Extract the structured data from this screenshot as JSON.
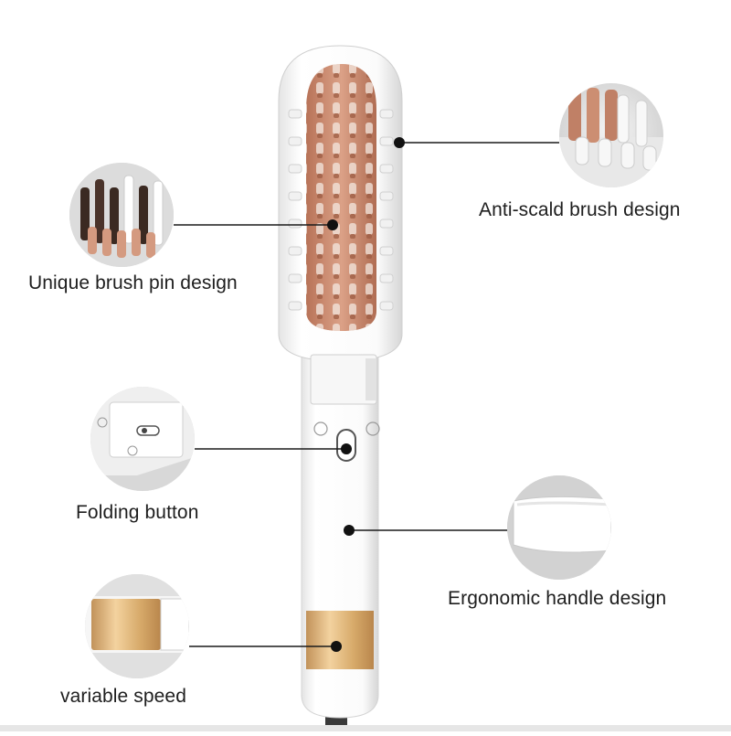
{
  "callouts": {
    "anti_scald": {
      "label": "Anti-scald brush design",
      "icon": "brush-pins-closeup"
    },
    "unique_pin": {
      "label": "Unique brush pin design",
      "icon": "brush-pins-closeup"
    },
    "folding": {
      "label": "Folding button",
      "icon": "switch-closeup"
    },
    "ergonomic": {
      "label": "Ergonomic handle design",
      "icon": "handle-closeup"
    },
    "variable_speed": {
      "label": "variable speed",
      "icon": "gold-ring-closeup"
    }
  },
  "colors": {
    "brush_body": "#ffffff",
    "bristle_pad": "#c98a6e",
    "gold_ring": "#d9ad6a",
    "callout_line": "#1a1a1a"
  }
}
